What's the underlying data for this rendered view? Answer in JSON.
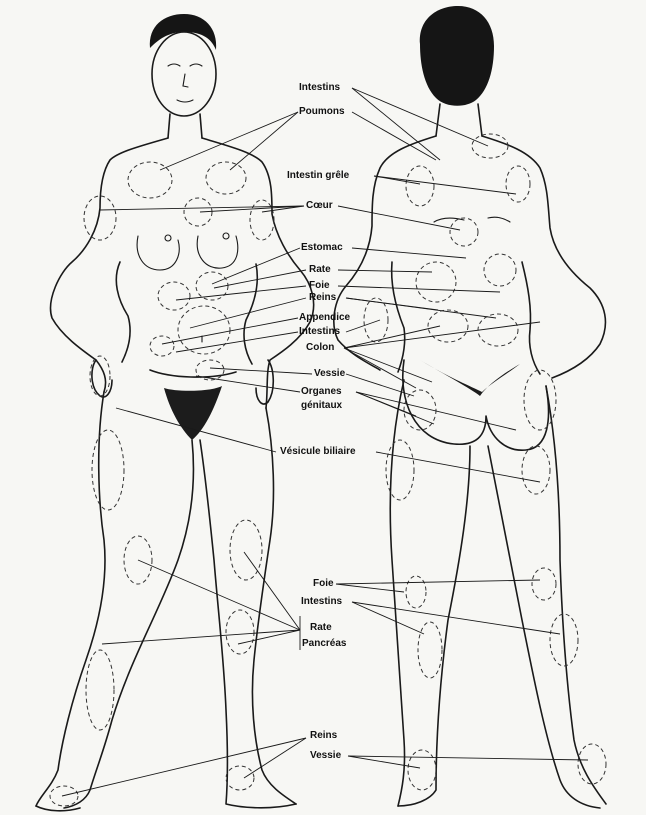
{
  "labels": {
    "intestins_top": "Intestins",
    "poumons": "Poumons",
    "intestin_grele": "Intestin grêle",
    "coeur": "Cœur",
    "estomac": "Estomac",
    "rate": "Rate",
    "foie": "Foie",
    "reins": "Reins",
    "appendice": "Appendice",
    "intestins_mid": "Intestins",
    "colon": "Colon",
    "vessie": "Vessie",
    "organes": "Organes",
    "genitaux": "génitaux",
    "vesicule_biliaire": "Vésicule biliaire",
    "foie_leg": "Foie",
    "intestins_leg": "Intestins",
    "rate_leg": "Rate",
    "pancreas_leg": "Pancréas",
    "reins_foot": "Reins",
    "vessie_foot": "Vessie"
  }
}
